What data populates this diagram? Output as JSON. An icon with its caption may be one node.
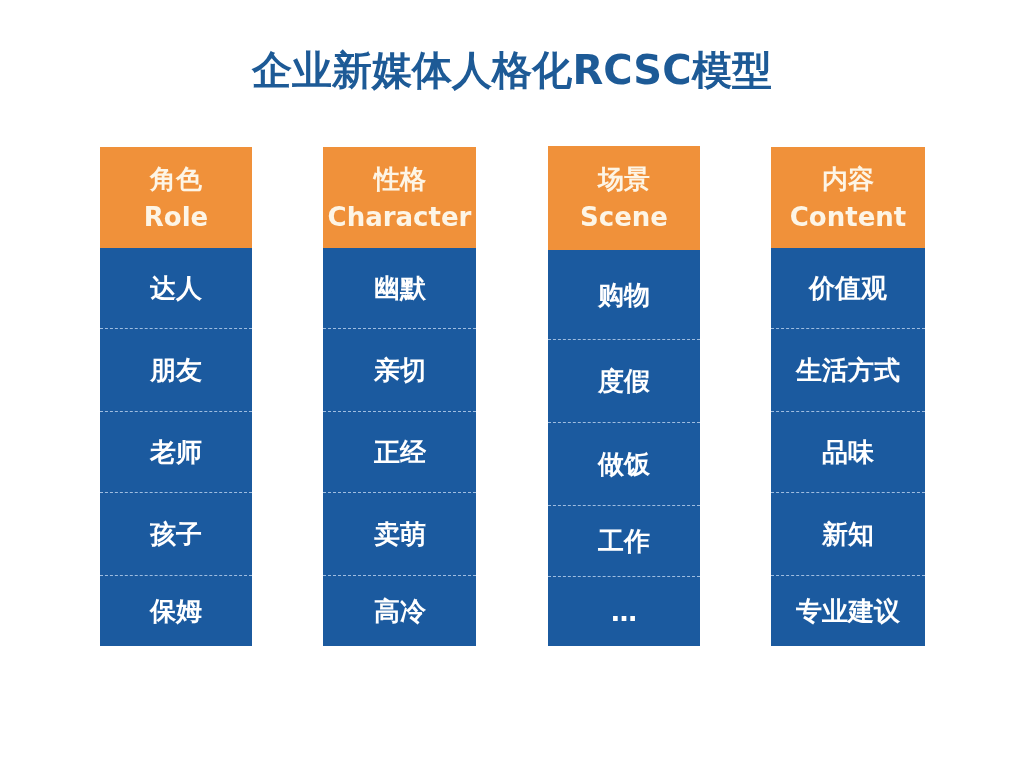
{
  "diagram": {
    "title": "企业新媒体人格化RCSC模型",
    "nodes": [
      {
        "text": [
          "角色",
          "Role"
        ]
      },
      {
        "text": [
          "达人"
        ]
      },
      {
        "text": [
          "朋友"
        ]
      },
      {
        "text": [
          "老师"
        ]
      },
      {
        "text": [
          "孩子"
        ]
      },
      {
        "text": [
          "保姆"
        ]
      },
      {
        "text": [
          "性格",
          "Character"
        ]
      },
      {
        "text": [
          "幽默"
        ]
      },
      {
        "text": [
          "亲切"
        ]
      },
      {
        "text": [
          "正经"
        ]
      },
      {
        "text": [
          "卖萌"
        ]
      },
      {
        "text": [
          "高冷"
        ]
      },
      {
        "text": [
          "场景",
          "Scene"
        ]
      },
      {
        "text": [
          "购物"
        ]
      },
      {
        "text": [
          "度假"
        ]
      },
      {
        "text": [
          "做饭"
        ]
      },
      {
        "text": [
          "工作"
        ]
      },
      {
        "text": [
          "…"
        ]
      },
      {
        "text": [
          "内容",
          "Content"
        ]
      },
      {
        "text": [
          "价值观"
        ]
      },
      {
        "text": [
          "生活方式"
        ]
      },
      {
        "text": [
          "品味"
        ]
      },
      {
        "text": [
          "新知"
        ]
      },
      {
        "text": [
          "专业建议"
        ]
      }
    ]
  }
}
